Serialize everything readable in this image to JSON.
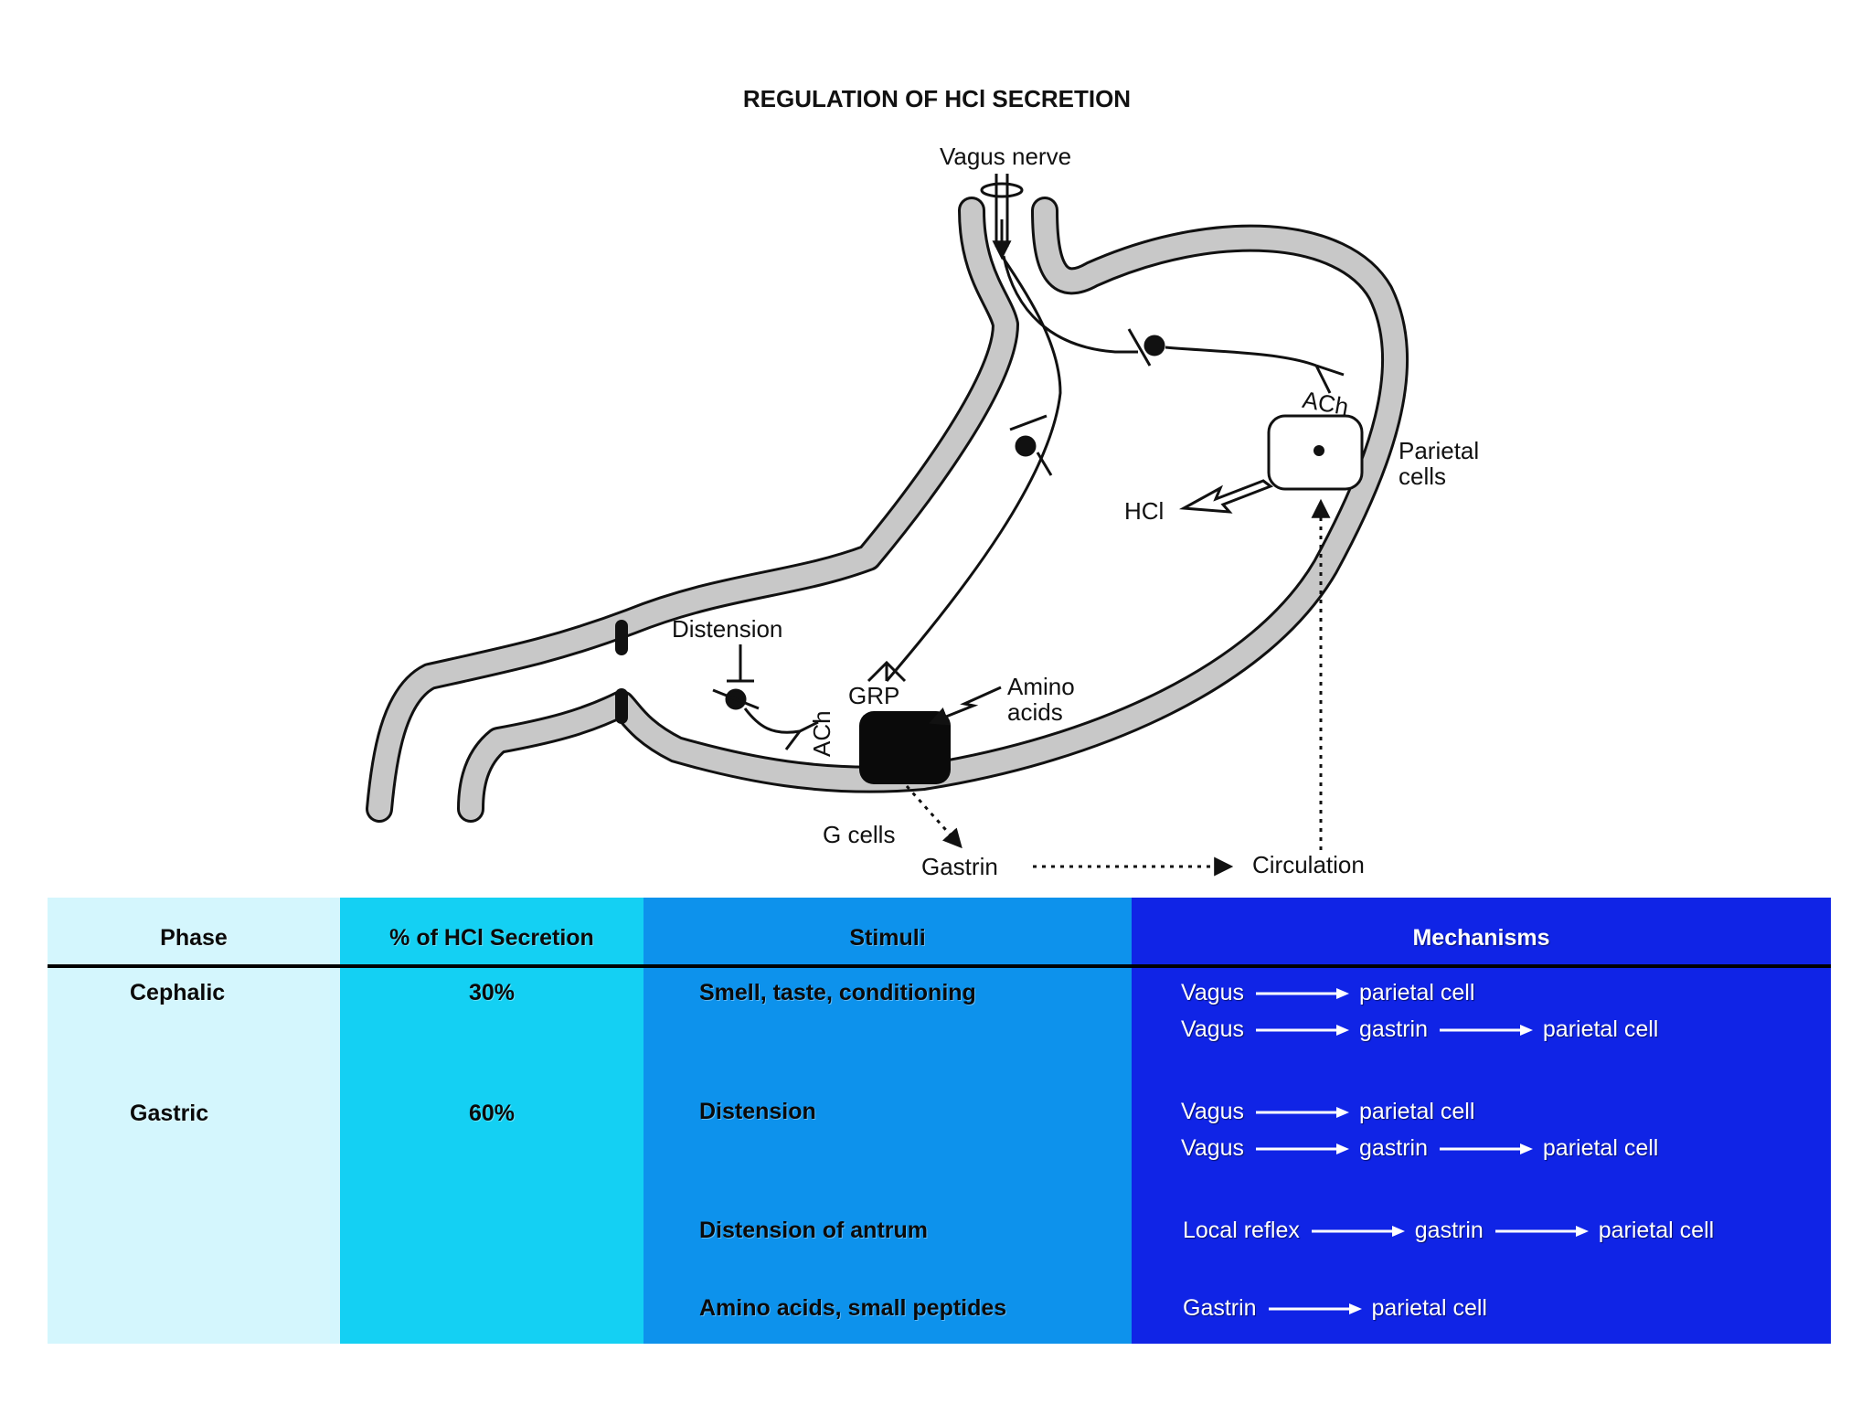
{
  "diagram": {
    "title": "REGULATION OF HCl SECRETION",
    "labels": {
      "vagus_nerve": "Vagus nerve",
      "ach_parietal": "ACh",
      "parietal_cells_line1": "Parietal",
      "parietal_cells_line2": "cells",
      "hcl": "HCl",
      "distension": "Distension",
      "grp": "GRP",
      "amino_line1": "Amino",
      "amino_line2": "acids",
      "ach_antrum": "ACh",
      "g_cells": "G cells",
      "gastrin": "Gastrin",
      "circulation": "Circulation"
    }
  },
  "table": {
    "headers": [
      "Phase",
      "% of HCl Secretion",
      "Stimuli",
      "Mechanisms"
    ],
    "phases": [
      {
        "phase": "Cephalic",
        "percent": "30%"
      },
      {
        "phase": "Gastric",
        "percent": "60%"
      }
    ],
    "stimuli": [
      "Smell, taste, conditioning",
      "Distension",
      "Distension of antrum",
      "Amino acids, small peptides"
    ],
    "mechanisms": [
      [
        "Vagus",
        "parietal cell"
      ],
      [
        "Vagus",
        "gastrin",
        "parietal cell"
      ],
      [
        "Vagus",
        "parietal cell"
      ],
      [
        "Vagus",
        "gastrin",
        "parietal cell"
      ],
      [
        "Local reflex",
        "gastrin",
        "parietal cell"
      ],
      [
        "Gastrin",
        "parietal cell"
      ]
    ]
  },
  "colors": {
    "phase_col": "#d4f6fd",
    "percent_col": "#14d0f3",
    "stimuli_col": "#0d92ec",
    "mechanisms_col": "#1024e6",
    "stomach_wall": "#c8c8c8"
  }
}
